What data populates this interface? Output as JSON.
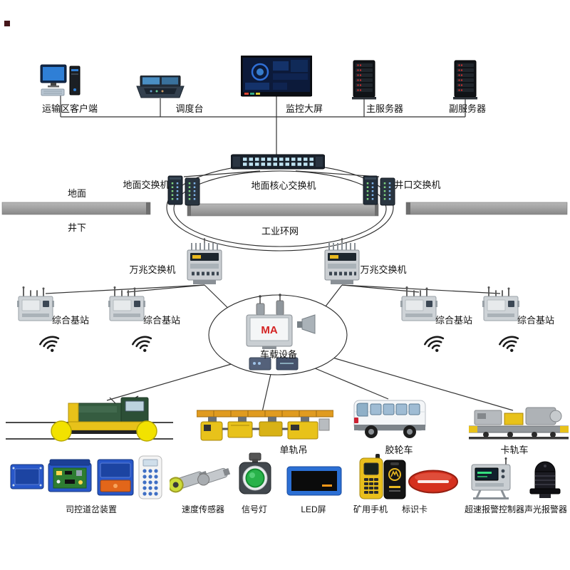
{
  "colors": {
    "accent_blue": "#2857c8",
    "accent_yellow": "#e8c21a",
    "accent_red": "#d5301e",
    "line": "#333333"
  },
  "logo": "MA",
  "top_devices": [
    {
      "label": "运输区客户端"
    },
    {
      "label": "调度台"
    },
    {
      "label": "监控大屏"
    },
    {
      "label": "主服务器"
    },
    {
      "label": "副服务器"
    }
  ],
  "network": {
    "ground_switch": "地面交换机",
    "core_switch": "地面核心交换机",
    "wellhead_switch": "井口交换机",
    "ground": "地面",
    "underground": "井下",
    "ring": "工业环网",
    "ten_gig_left": "万兆交换机",
    "ten_gig_right": "万兆交换机",
    "base_stations": [
      "综合基站",
      "综合基站",
      "综合基站",
      "综合基站"
    ],
    "vehicle_equipment": "车载设备"
  },
  "vehicles": [
    {
      "label": "单轨吊"
    },
    {
      "label": "胶轮车"
    },
    {
      "label": "卡轨车"
    }
  ],
  "bottom_devices": [
    {
      "label": "司控道岔装置"
    },
    {
      "label": "速度传感器"
    },
    {
      "label": "信号灯"
    },
    {
      "label": "LED屏"
    },
    {
      "label": "矿用手机"
    },
    {
      "label": "标识卡"
    },
    {
      "label": "超速报警控制器"
    },
    {
      "label": "声光报警器"
    }
  ]
}
